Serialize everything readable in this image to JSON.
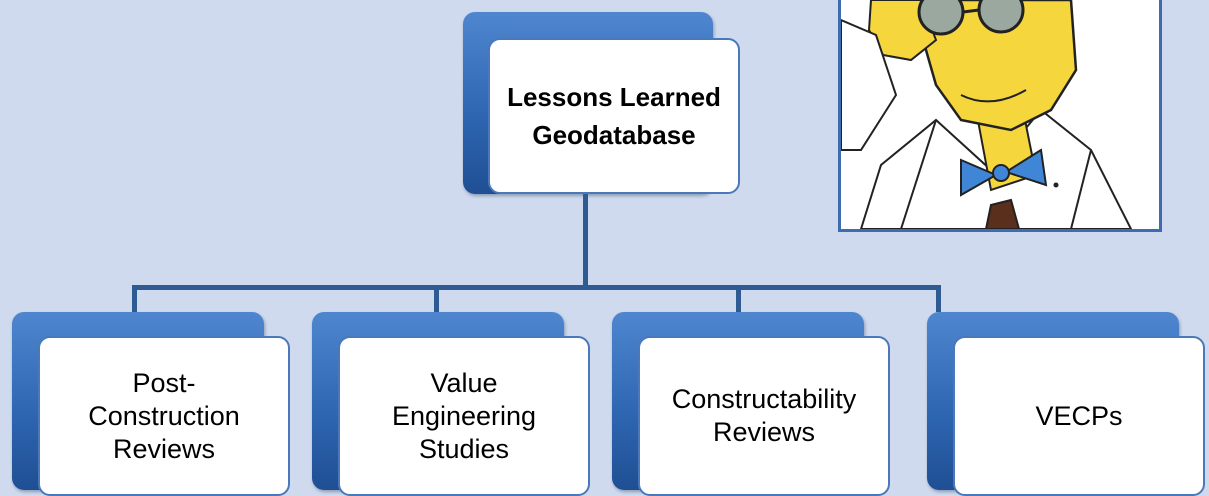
{
  "diagram": {
    "root": {
      "line1": "Lessons Learned",
      "line2": "Geodatabase"
    },
    "children": [
      {
        "lines": [
          "Post-",
          "Construction",
          "Reviews"
        ]
      },
      {
        "lines": [
          "Value",
          "Engineering",
          "Studies"
        ]
      },
      {
        "lines": [
          "Constructability",
          "Reviews"
        ]
      },
      {
        "lines": [
          "VECPs"
        ]
      }
    ]
  },
  "portrait": {
    "subject": "cartoon-professor-adjusting-glasses",
    "colors": {
      "skin": "#f6d63d",
      "coat": "#ffffff",
      "bowtie": "#3f86d6",
      "tie": "#5a2f1c",
      "lenses": "#9aa8a0",
      "outline": "#222222",
      "frame": "#3f6bb0"
    }
  },
  "colors": {
    "background": "#cfdaee",
    "tab_blue": "#2f67b3",
    "card_border": "#4a78b8",
    "connector": "#2f5b93"
  }
}
